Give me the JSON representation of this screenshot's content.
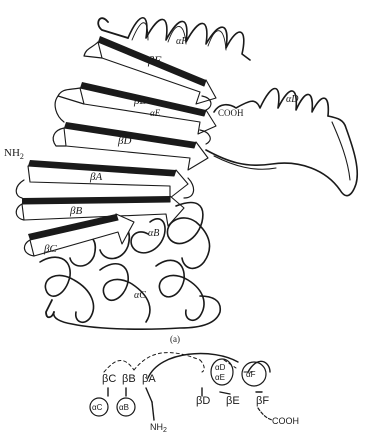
{
  "ribbon": {
    "labels": {
      "alpha_f": "αF",
      "beta_f": "βF",
      "beta_e": "βE",
      "alpha_e": "αE",
      "cooh": "COOH",
      "alpha_d": "αD",
      "beta_d": "βD",
      "nh2": "NH",
      "nh2_sub": "2",
      "beta_a": "βA",
      "beta_b": "βB",
      "alpha_b": "αB",
      "beta_c": "βC",
      "alpha_c": "αC"
    },
    "panel_caption": "(a)"
  },
  "topology": {
    "strands": [
      "βC",
      "βB",
      "βA",
      "βD",
      "βE",
      "βF"
    ],
    "helices": {
      "alpha_c": "αC",
      "alpha_b": "αB",
      "alpha_d": "αD",
      "alpha_e": "αE",
      "alpha_f": "αF"
    },
    "nh2": "NH",
    "nh2_sub": "2",
    "cooh": "COOH"
  }
}
